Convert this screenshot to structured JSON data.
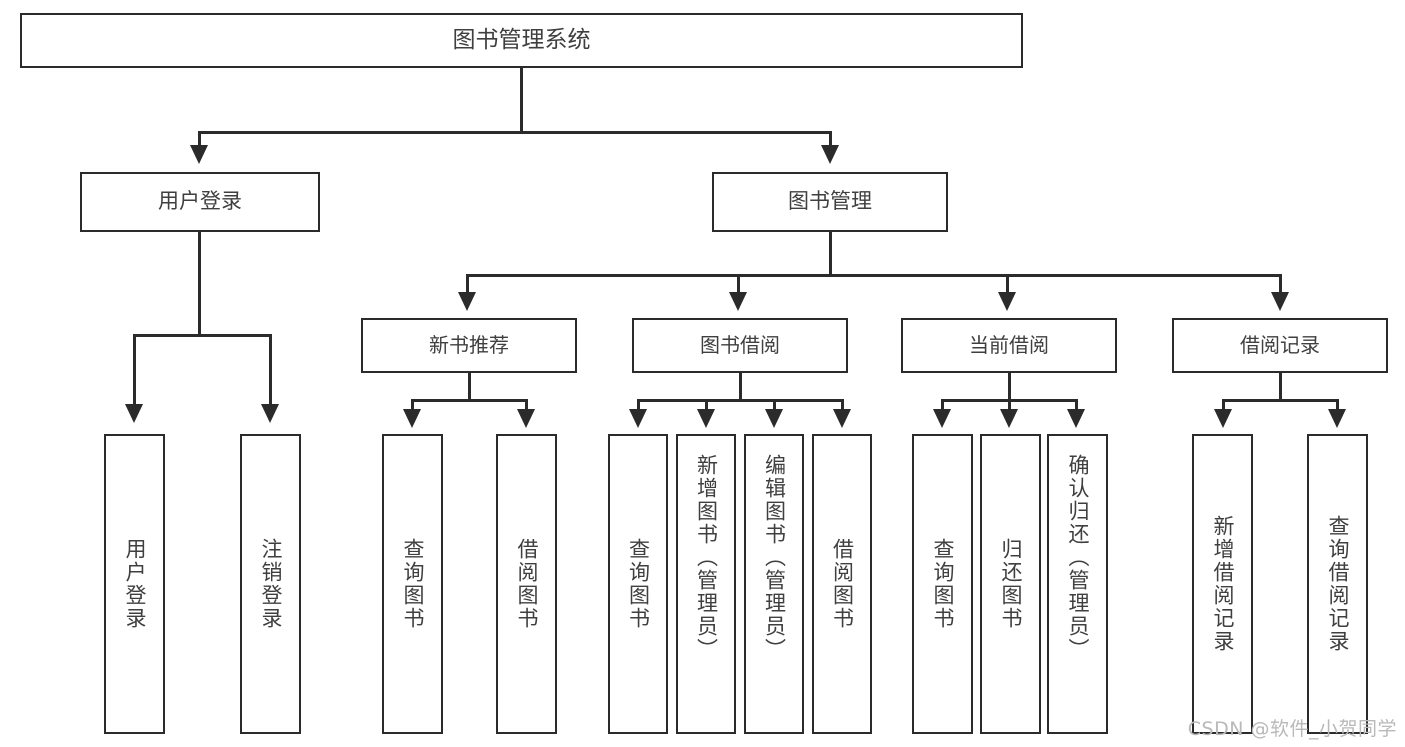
{
  "diagram": {
    "type": "tree",
    "title": "图书管理系统",
    "root": {
      "label": "图书管理系统"
    },
    "level1": [
      {
        "label": "用户登录"
      },
      {
        "label": "图书管理"
      }
    ],
    "level2": [
      {
        "label": "新书推荐"
      },
      {
        "label": "图书借阅"
      },
      {
        "label": "当前借阅"
      },
      {
        "label": "借阅记录"
      }
    ],
    "leaves": {
      "user_login": [
        {
          "label": "用户登录"
        },
        {
          "label": "注销登录"
        }
      ],
      "new_book": [
        {
          "label": "查询图书"
        },
        {
          "label": "借阅图书"
        }
      ],
      "borrow_book": [
        {
          "label": "查询图书"
        },
        {
          "label": "新增图书（管理员）"
        },
        {
          "label": "编辑图书（管理员）"
        },
        {
          "label": "借阅图书"
        }
      ],
      "current_borrow": [
        {
          "label": "查询图书"
        },
        {
          "label": "归还图书"
        },
        {
          "label": "确认归还（管理员）"
        }
      ],
      "borrow_record": [
        {
          "label": "新增借阅记录"
        },
        {
          "label": "查询借阅记录"
        }
      ]
    }
  },
  "watermark": {
    "text": "CSDN @软件_小贺同学"
  },
  "colors": {
    "stroke": "#2b2b2b",
    "text": "#3f3f3f",
    "background": "#ffffff",
    "watermark": "#b9b9b9"
  }
}
